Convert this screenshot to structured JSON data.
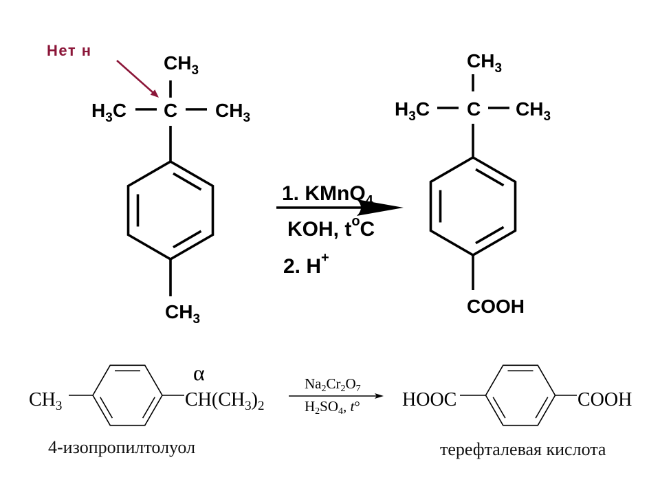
{
  "top_reaction": {
    "annotation": {
      "text": "Нет н",
      "color": "#8b1538"
    },
    "reactant": {
      "methyl_top": {
        "main": "CH",
        "sub": "3"
      },
      "methyl_left": {
        "pre": "H",
        "sub": "3",
        "post": "C"
      },
      "central_carbon": "C",
      "methyl_right": {
        "main": "CH",
        "sub": "3"
      },
      "methyl_bottom": {
        "main": "CH",
        "sub": "3"
      }
    },
    "conditions": {
      "step1": {
        "main": "1. KMnO",
        "sub": "4"
      },
      "step1_medium": {
        "main": "KOH, t",
        "sup": "o",
        "post": "C"
      },
      "step2": {
        "main": "2. H",
        "sup": "+"
      }
    },
    "product": {
      "methyl_top": {
        "main": "CH",
        "sub": "3"
      },
      "methyl_left": {
        "pre": "H",
        "sub": "3",
        "post": "C"
      },
      "central_carbon": "C",
      "methyl_right": {
        "main": "CH",
        "sub": "3"
      },
      "carboxyl": "COOH"
    }
  },
  "bottom_reaction": {
    "reactant": {
      "methyl": {
        "main": "CH",
        "sub": "3"
      },
      "isopropyl": {
        "main": "CH(CH",
        "sub1": "3",
        "close": ")",
        "sub2": "2"
      },
      "alpha_label": "α",
      "name": "4-изопропилтолуол"
    },
    "reagents": {
      "oxidant": {
        "p1": "Na",
        "s1": "2",
        "p2": "Cr",
        "s2": "2",
        "p3": "O",
        "s3": "7"
      },
      "acid": {
        "p1": "H",
        "s1": "2",
        "p2": "SO",
        "s2": "4",
        "p3": ", ",
        "temp": "t",
        "degree": "°"
      }
    },
    "product": {
      "carboxyl_left": "HOOC",
      "carboxyl_right": "COOH",
      "name": "терефталевая кислота"
    }
  }
}
